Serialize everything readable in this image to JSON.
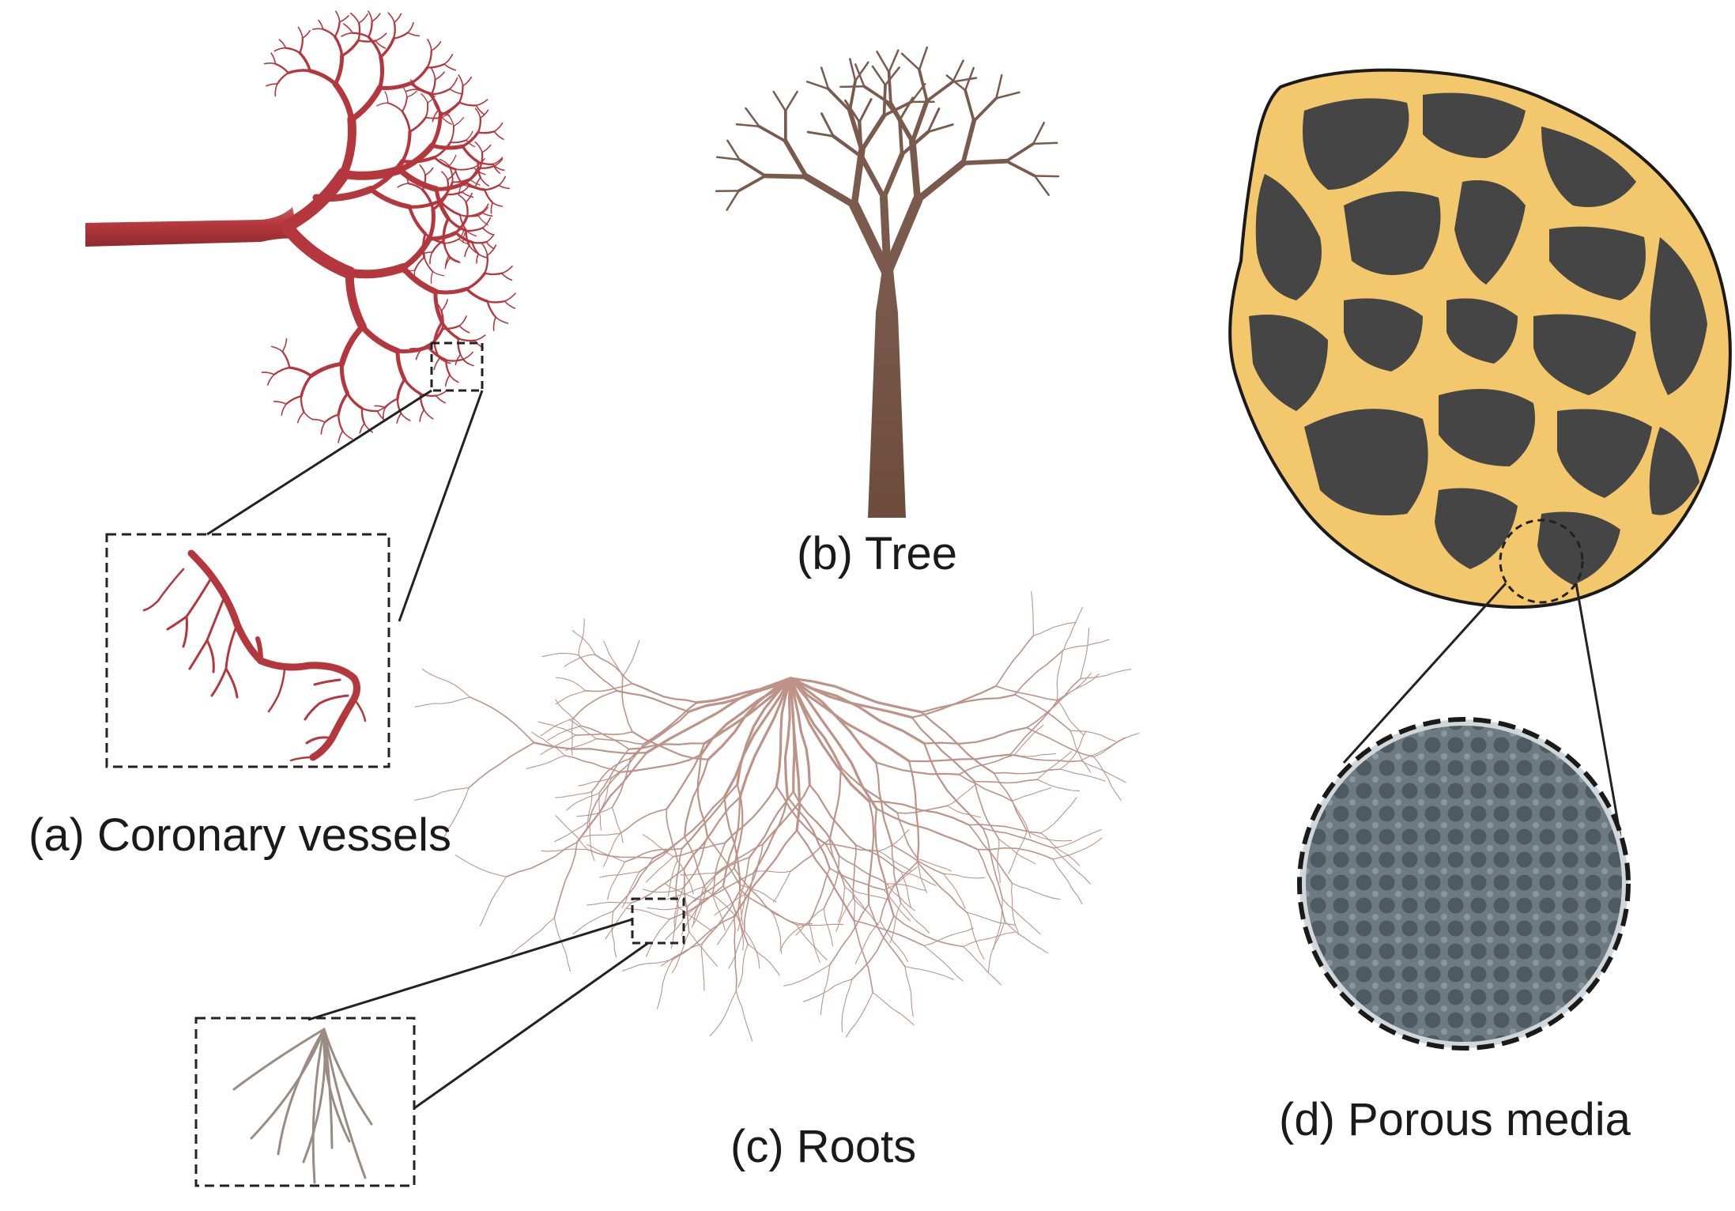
{
  "panels": {
    "coronary": {
      "caption": "(a) Coronary vessels",
      "vessel_color": "#b3373c"
    },
    "tree": {
      "caption": "(b) Tree",
      "bark_color": "#7a5a4c"
    },
    "roots": {
      "caption": "(c) Roots",
      "root_color": "#b98e80",
      "fine_root_color": "#9a8c82"
    },
    "porous": {
      "caption": "(d) Porous media",
      "grain_color": "#454545",
      "pore_color": "#f3c86c",
      "zoom_color": "#6e7a82"
    }
  }
}
